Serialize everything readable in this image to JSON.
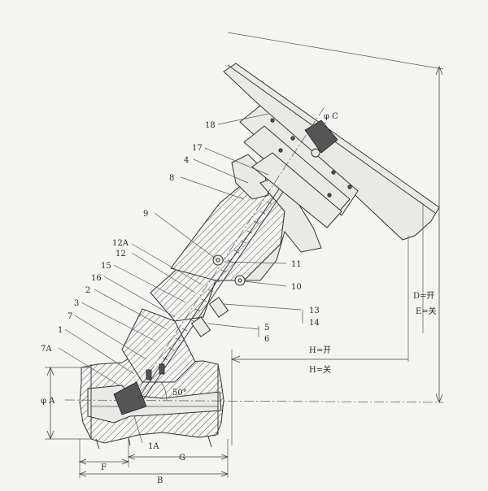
{
  "labels": {
    "part_18": "18",
    "part_17": "17",
    "part_4": "4",
    "part_8": "8",
    "part_9": "9",
    "part_12A": "12A",
    "part_12": "12",
    "part_15": "15",
    "part_16": "16",
    "part_2": "2",
    "part_3": "3",
    "part_7": "7",
    "part_1": "1",
    "part_7A": "7A",
    "part_1A": "1A",
    "part_11": "11",
    "part_10": "10",
    "part_13": "13",
    "part_14": "14",
    "part_5": "5",
    "part_6": "6"
  },
  "dimensions": {
    "phi_C": "φ C",
    "phi_A": "φ A",
    "D_open": "D=开",
    "E_close": "E=关",
    "H_open": "H=开",
    "H_close": "H=关",
    "angle": "50°",
    "F": "F",
    "G": "G",
    "B": "B"
  }
}
